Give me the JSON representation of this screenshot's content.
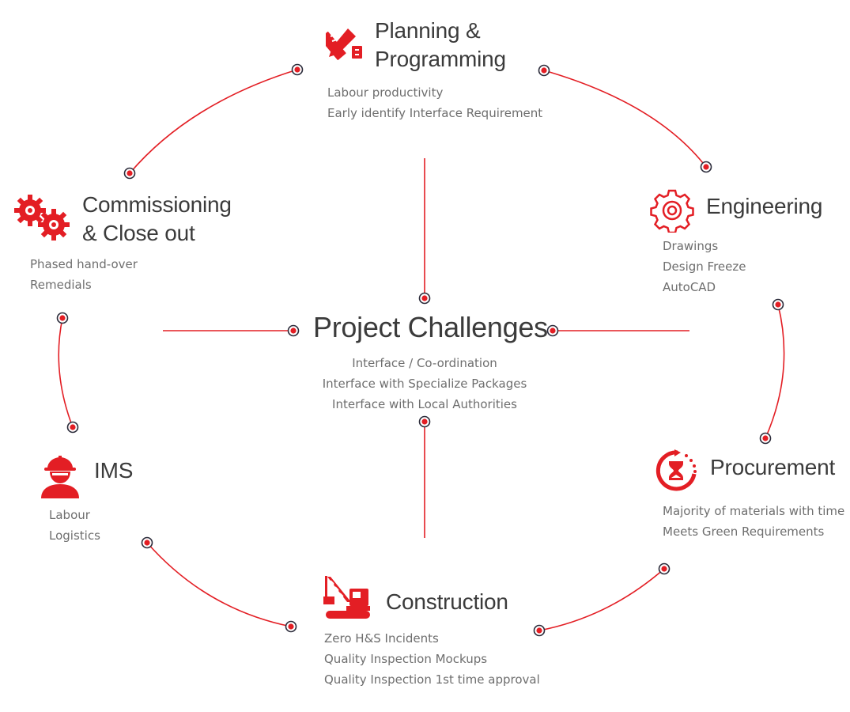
{
  "center": {
    "title": "Project Challenges",
    "items": [
      "Interface / Co-ordination",
      "Interface with Specialize Packages",
      "Interface with Local Authorities"
    ]
  },
  "planning": {
    "title_lines": [
      "Planning &",
      "Programming"
    ],
    "items": [
      "Labour productivity",
      "Early identify Interface Requirement"
    ],
    "icon": "pencil-ruler-icon"
  },
  "engineering": {
    "title_lines": [
      "Engineering"
    ],
    "items": [
      "Drawings",
      "Design Freeze",
      "AutoCAD"
    ],
    "icon": "gear-icon"
  },
  "procurement": {
    "title_lines": [
      "Procurement"
    ],
    "items": [
      "Majority of materials with time",
      "Meets Green Requirements"
    ],
    "icon": "hourglass-icon"
  },
  "construction": {
    "title_lines": [
      "Construction"
    ],
    "items": [
      "Zero H&S Incidents",
      "Quality Inspection Mockups",
      "Quality Inspection 1st time approval"
    ],
    "icon": "crane-icon"
  },
  "ims": {
    "title_lines": [
      "IMS"
    ],
    "items": [
      "Labour",
      "Logistics"
    ],
    "icon": "worker-icon"
  },
  "commissioning": {
    "title_lines": [
      "Commissioning",
      "& Close out"
    ],
    "items": [
      "Phased hand-over",
      "Remedials"
    ],
    "icon": "gears-icon"
  },
  "colors": {
    "accent": "#e31e24",
    "title": "#3b3b3b",
    "text": "#6e6e6e",
    "node_ring": "#2b2b3a"
  }
}
